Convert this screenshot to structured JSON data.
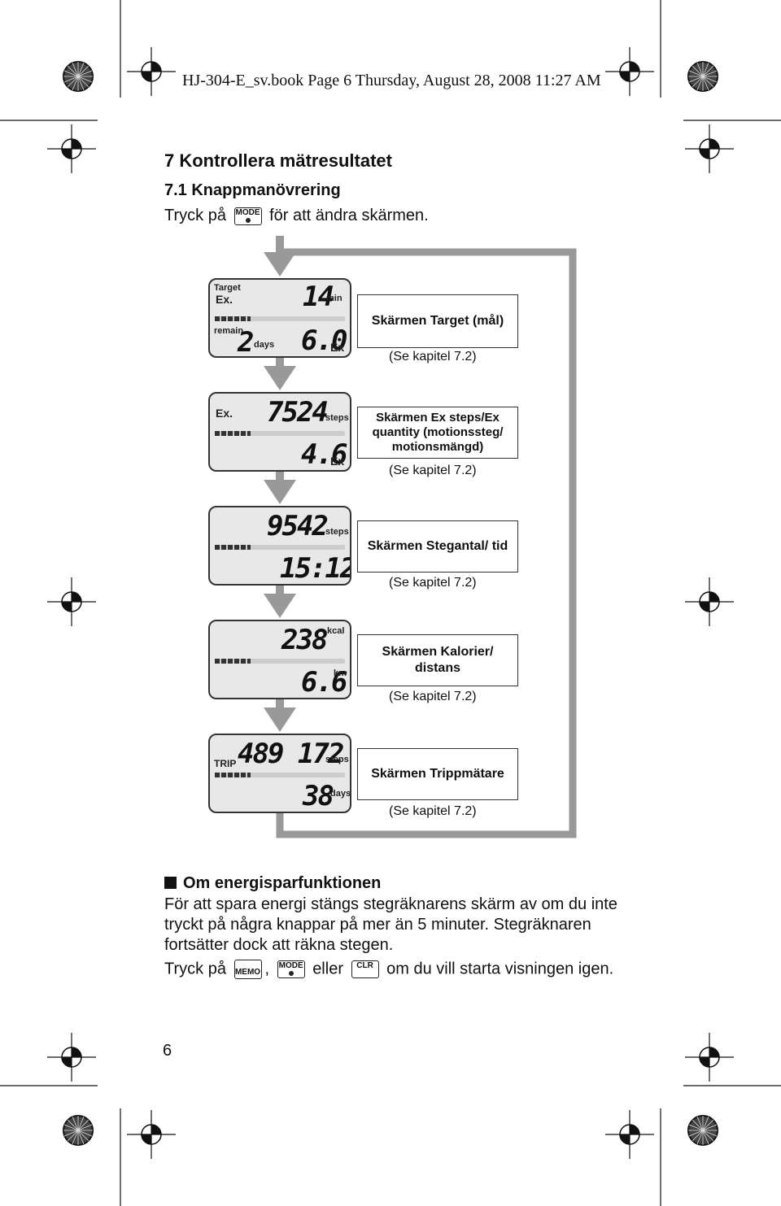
{
  "header": {
    "text": "HJ-304-E_sv.book  Page 6  Thursday, August 28, 2008  11:27 AM"
  },
  "chapter": {
    "title": "7  Kontrollera mätresultatet",
    "subtitle": "7.1  Knappmanövrering"
  },
  "intro": {
    "before": "Tryck på",
    "after": "för att ändra skärmen.",
    "button": "MODE"
  },
  "screens": [
    {
      "name": "Skärmen Target (mål)",
      "ref": "(Se kapitel 7.2)",
      "lcd": {
        "tl1": "Target",
        "tl2": "Ex.",
        "mid_label": "remain",
        "top_value": "14",
        "top_unit": "min",
        "left_value": "2",
        "left_unit": "days",
        "bottom_value": "6.0",
        "bottom_unit": "Ex"
      }
    },
    {
      "name": "Skärmen Ex steps/Ex quantity (motionssteg/ motionsmängd)",
      "ref": "(Se kapitel 7.2)",
      "lcd": {
        "tl": "Ex.",
        "top_value": "7524",
        "top_unit": "steps",
        "bottom_value": "4.6",
        "bottom_unit": "Ex"
      }
    },
    {
      "name": "Skärmen Stegantal/ tid",
      "ref": "(Se kapitel 7.2)",
      "lcd": {
        "top_value": "9542",
        "top_unit": "steps",
        "bottom_value": "15:12"
      }
    },
    {
      "name": "Skärmen Kalorier/ distans",
      "ref": "(Se kapitel 7.2)",
      "lcd": {
        "top_value": "238",
        "top_unit": "kcal",
        "bottom_value": "6.6",
        "bottom_unit": "km"
      }
    },
    {
      "name": "Skärmen Trippmätare",
      "ref": "(Se kapitel 7.2)",
      "lcd": {
        "tl": "TRIP",
        "top_value": "489 172",
        "top_unit": "steps",
        "bottom_value": "38",
        "bottom_unit": "days"
      }
    }
  ],
  "energy": {
    "title": "Om energisparfunktionen",
    "paragraph": "För att spara energi stängs stegräknarens skärm av om du inte tryckt på några knappar på mer än 5 minuter. Stegräknaren fortsätter dock att räkna stegen.",
    "press_before": "Tryck på",
    "comma": ",",
    "or": "eller",
    "press_after": "om du vill starta visningen igen.",
    "buttons": [
      "MEMO",
      "MODE",
      "CLR"
    ]
  },
  "page_number": "6"
}
